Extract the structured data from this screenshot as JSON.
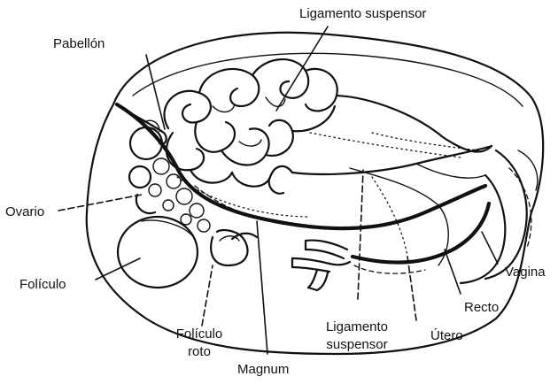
{
  "diagram": {
    "labels": {
      "ligamento_top": "Ligamento suspensor",
      "pabellon": "Pabellón",
      "ovario": "Ovario",
      "foliculo": "Folículo",
      "foliculo_roto_1": "Folículo",
      "foliculo_roto_2": "roto",
      "magnum": "Magnum",
      "ligamento_bottom_1": "Ligamento",
      "ligamento_bottom_2": "suspensor",
      "utero": "Útero",
      "recto": "Recto",
      "vagina": "Vagina"
    }
  }
}
